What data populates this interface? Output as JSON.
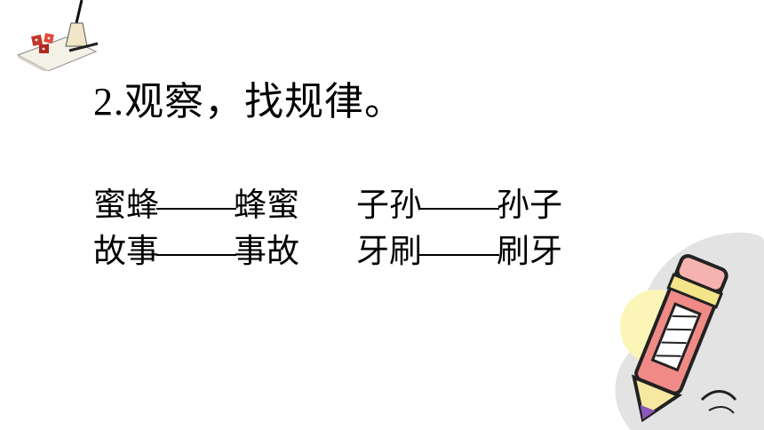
{
  "slide": {
    "title_number": "2.",
    "title_text": "观察，找规律。",
    "rows": [
      {
        "left": {
          "a": "蜜蜂",
          "b": "蜂蜜"
        },
        "right": {
          "a": "子孙",
          "b": "孙子"
        }
      },
      {
        "left": {
          "a": "故事",
          "b": "事故"
        },
        "right": {
          "a": "牙刷",
          "b": "刷牙"
        }
      }
    ]
  },
  "decorations": {
    "top_left": "dice-and-pencil-clipart",
    "bottom_right": "pencil-clipart"
  }
}
